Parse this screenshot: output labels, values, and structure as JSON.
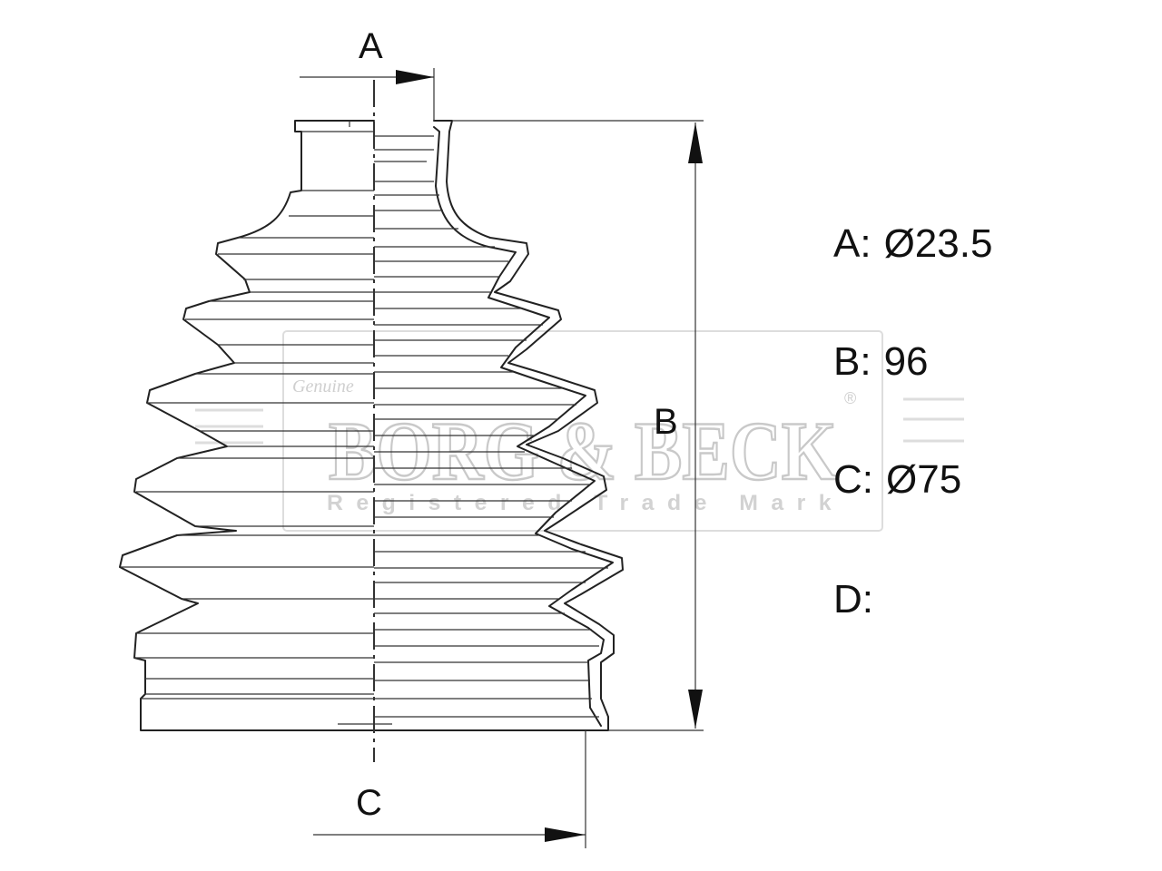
{
  "labels": {
    "a": "A",
    "b": "B",
    "c": "C"
  },
  "specs": [
    {
      "key": "A:",
      "value": "Ø23.5"
    },
    {
      "key": "B:",
      "value": "96"
    },
    {
      "key": "C:",
      "value": "Ø75"
    },
    {
      "key": "D:",
      "value": ""
    }
  ],
  "watermark": {
    "brand": "BORG & BECK",
    "tagline": "Registered Trade Mark",
    "script": "Genuine",
    "registered": "®"
  },
  "colors": {
    "ink": "#222222",
    "watermark": "#c9c9c9",
    "background": "#ffffff"
  }
}
